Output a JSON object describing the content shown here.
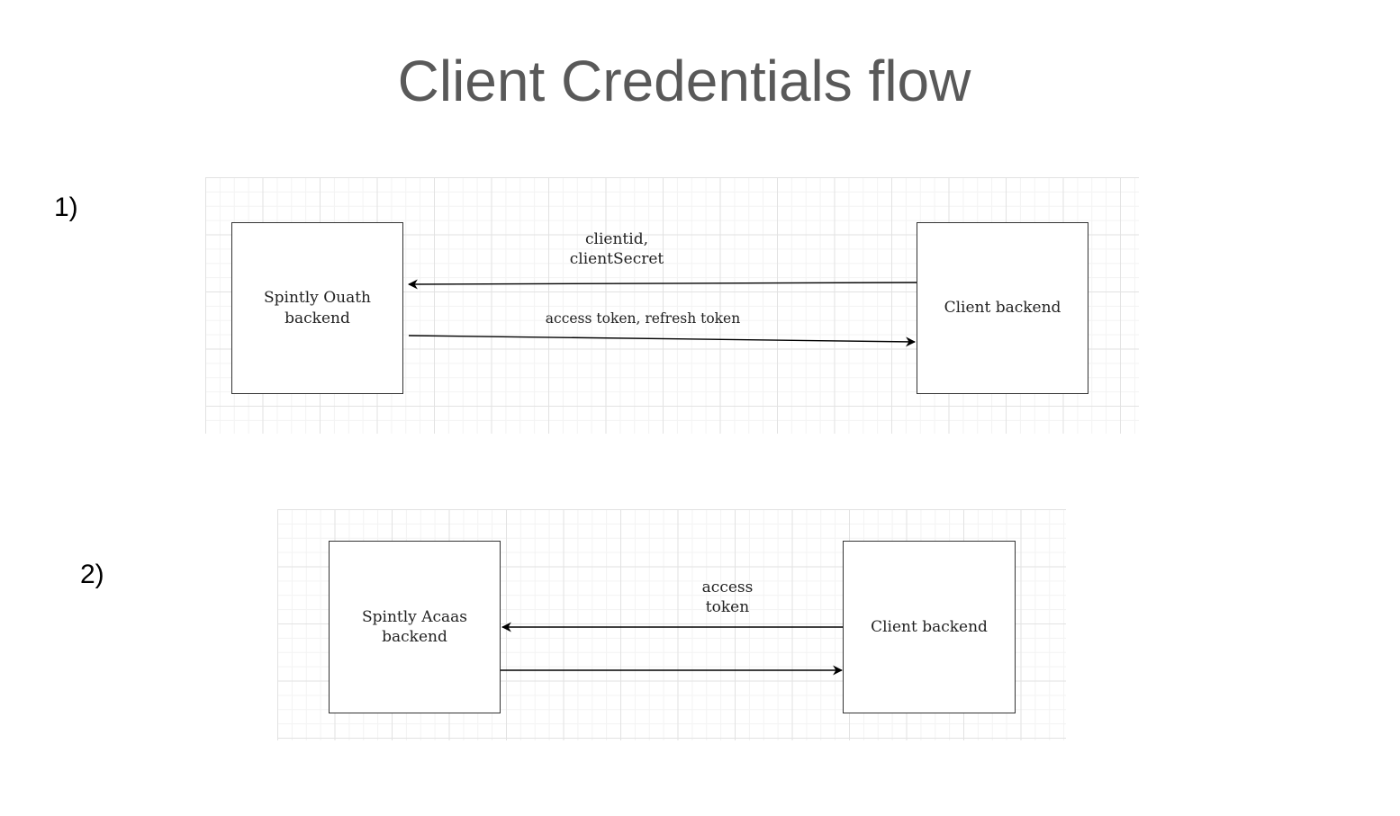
{
  "title": "Client Credentials flow",
  "steps": [
    {
      "number": "1)",
      "left_node": "Spintly Ouath\nbackend",
      "right_node": "Client backend",
      "request_label": "clientid,\nclientSecret",
      "response_label": "access token, refresh token"
    },
    {
      "number": "2)",
      "left_node": "Spintly Acaas\nbackend",
      "right_node": "Client backend",
      "request_label": "access\ntoken",
      "response_label": ""
    }
  ],
  "colors": {
    "title": "#595959",
    "node_border": "#333333",
    "arrow": "#000000",
    "grid_major": "#e2e2e2",
    "grid_minor": "#f3f3f3"
  }
}
